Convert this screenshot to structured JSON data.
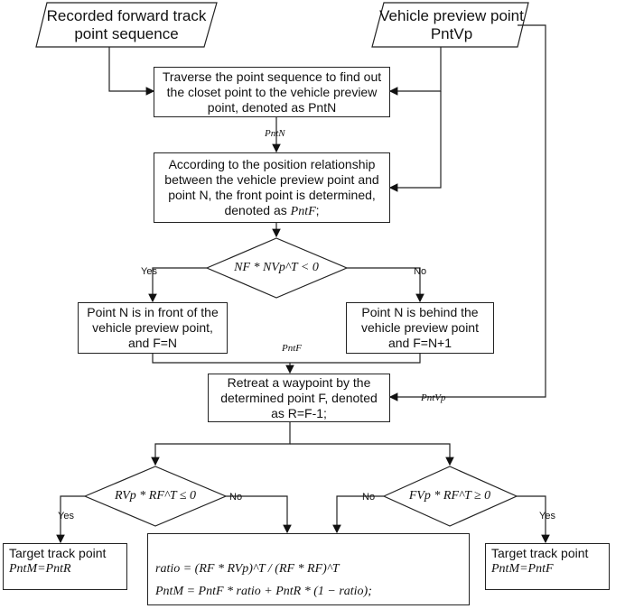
{
  "nodes": {
    "recorded_sequence": "Recorded forward track point sequence",
    "vehicle_preview": "Vehicle preview point PntVp",
    "traverse": "Traverse the point sequence to find out the closet point to the vehicle preview point, denoted as PntN",
    "front_point_prefix": "According to the position relationship between the vehicle preview point and point N, the front point is determined, denoted as ",
    "front_point_var": "PntF",
    "front_point_suffix": ";",
    "decision1": "NF * NVp^T < 0",
    "n_in_front": "Point N is in front of the vehicle preview point, and F=N",
    "n_behind": "Point N is behind the vehicle preview point and F=N+1",
    "retreat": "Retreat a waypoint by the determined point F, denoted as R=F-1;",
    "decision2": "RVp * RF^T ≤ 0",
    "decision3": "FVp * RF^T ≥ 0",
    "target_left_title": "Target track point",
    "target_left_formula": "PntM=PntR",
    "target_right_title": "Target track point",
    "target_right_formula": "PntM=PntF",
    "ratio_line": "ratio = (RF * RVp)^T / (RF * RF)^T",
    "pntm_line": "PntM = PntF * ratio + PntR * (1 − ratio);"
  },
  "edge_labels": {
    "pntn": "PntN",
    "pntf": "PntF",
    "pntvp": "PntVp",
    "yes1": "Yes",
    "no1": "No",
    "yes2": "Yes",
    "no2": "No",
    "no3": "No",
    "yes3": "Yes"
  }
}
